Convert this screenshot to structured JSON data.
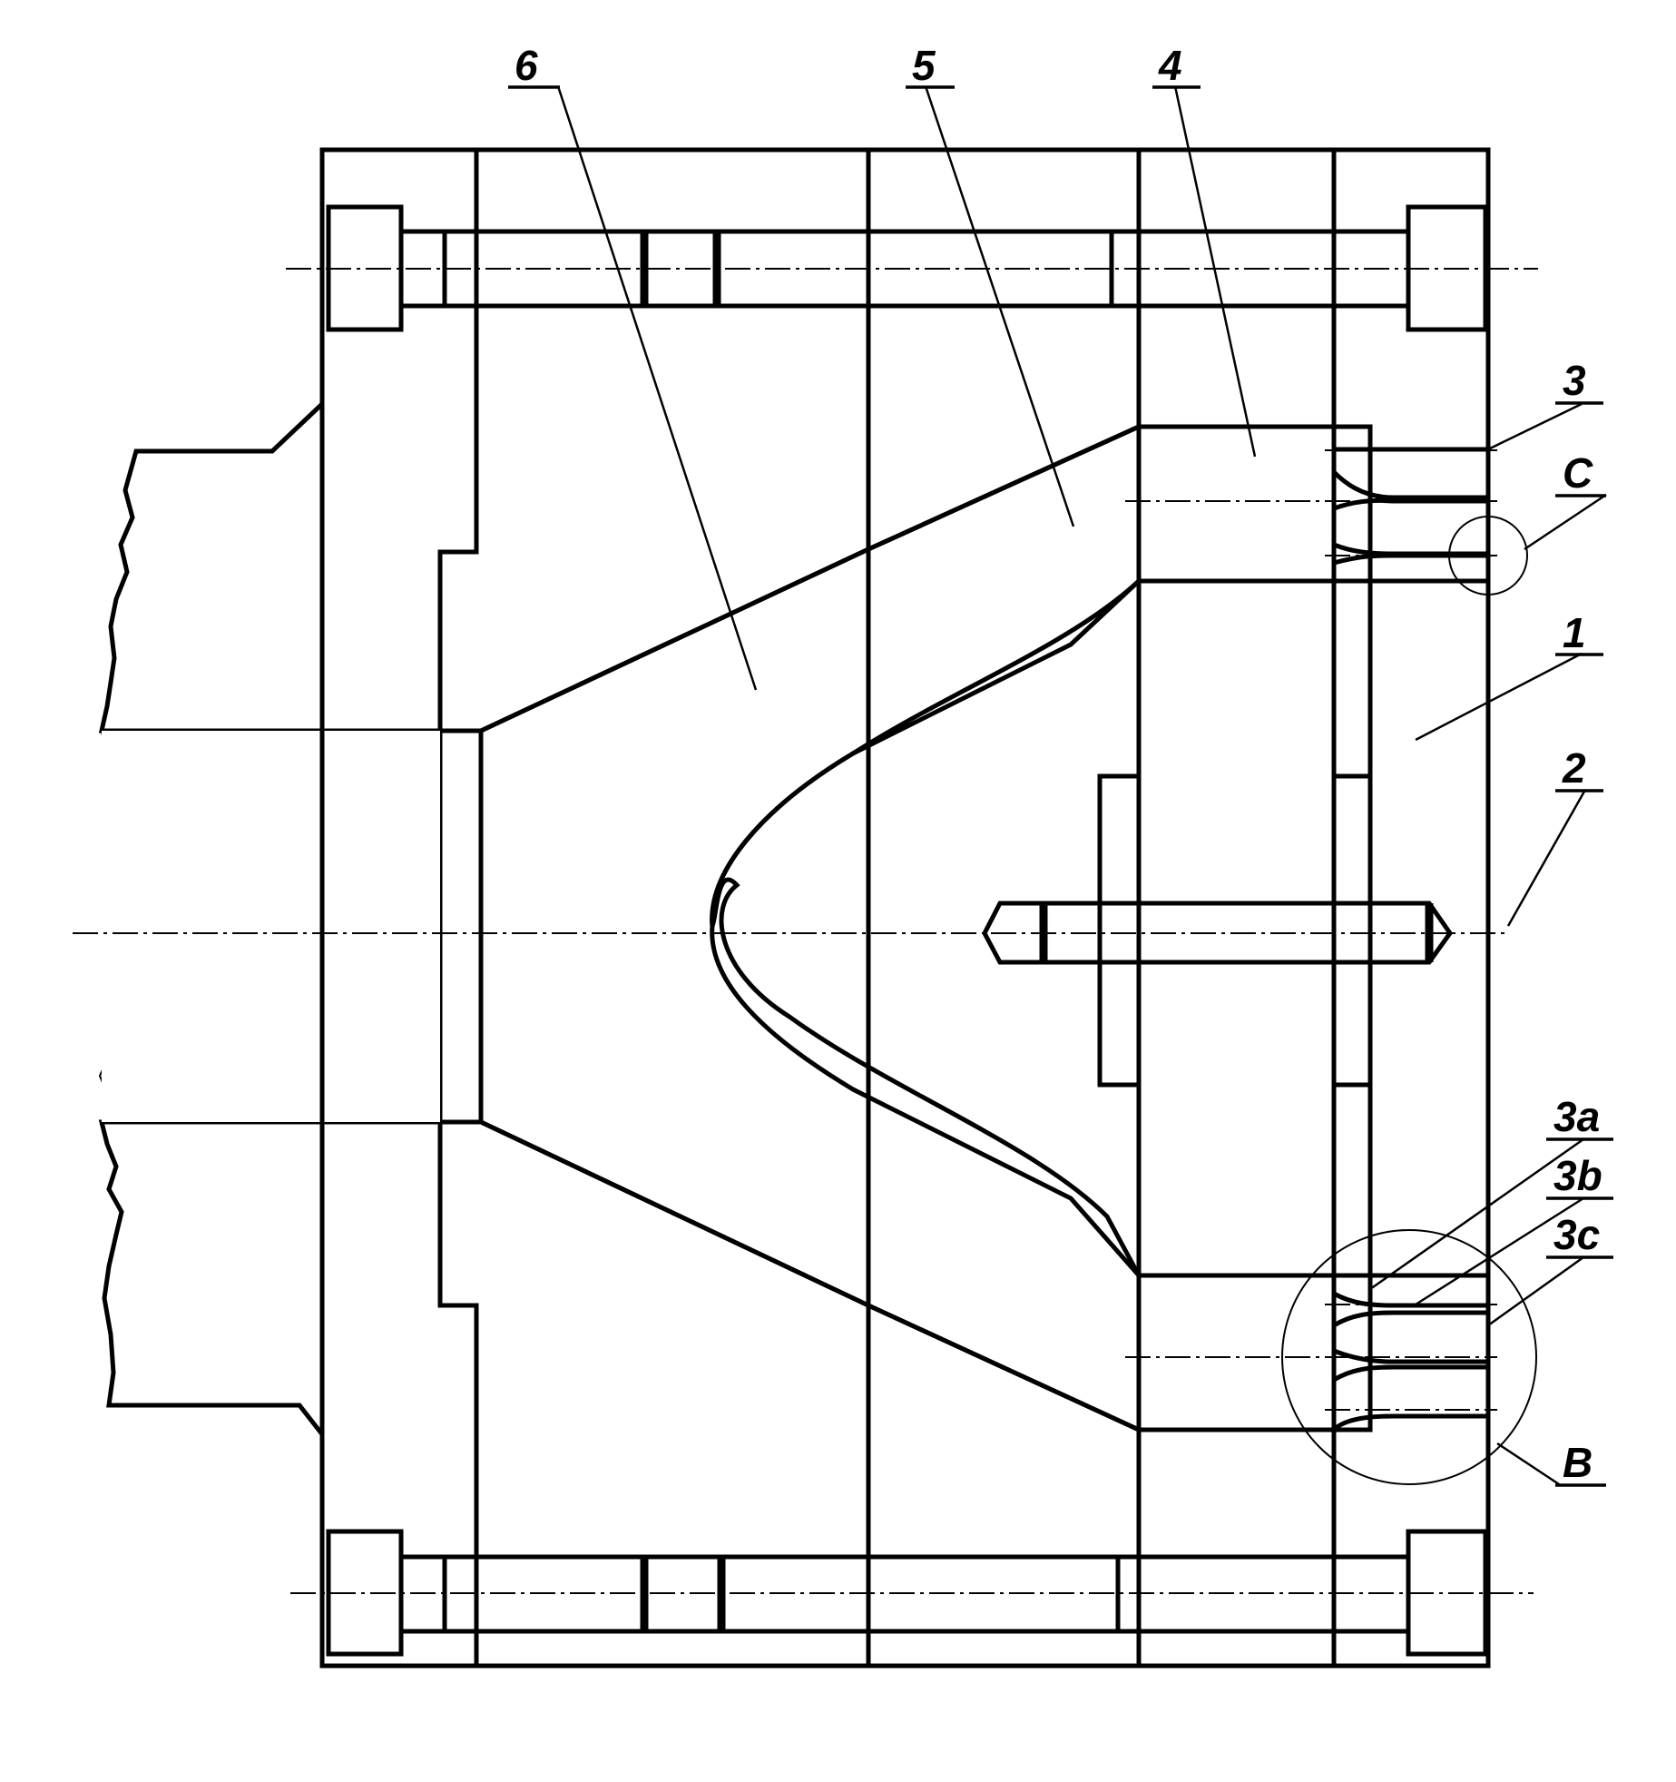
{
  "labels": {
    "part_1": "1",
    "part_2": "2",
    "part_3": "3",
    "part_3a": "3a",
    "part_3b": "3b",
    "part_3c": "3c",
    "part_4": "4",
    "part_5": "5",
    "part_6": "6",
    "detail_b": "B",
    "detail_c": "C"
  },
  "colors": {
    "ink": "#000000",
    "paper": "#ffffff"
  }
}
